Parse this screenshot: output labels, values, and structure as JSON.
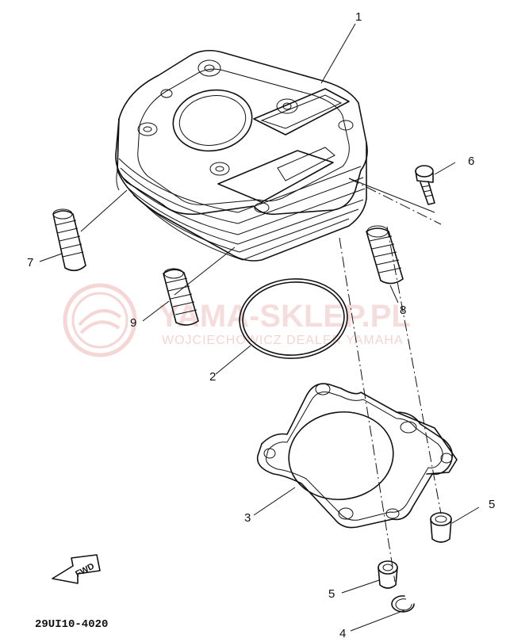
{
  "diagram_code": "29UI10-4020",
  "fwd_label": "FWD",
  "watermark": {
    "main": "YAMA-SKLEP.PL",
    "sub": "WOJCIECHOWICZ DEALER YAMAHA"
  },
  "callouts": [
    {
      "id": "1",
      "label": "1"
    },
    {
      "id": "2",
      "label": "2"
    },
    {
      "id": "3",
      "label": "3"
    },
    {
      "id": "4",
      "label": "4"
    },
    {
      "id": "5a",
      "label": "5"
    },
    {
      "id": "5b",
      "label": "5"
    },
    {
      "id": "6",
      "label": "6"
    },
    {
      "id": "7",
      "label": "7"
    },
    {
      "id": "8",
      "label": "8"
    },
    {
      "id": "9",
      "label": "9"
    }
  ]
}
